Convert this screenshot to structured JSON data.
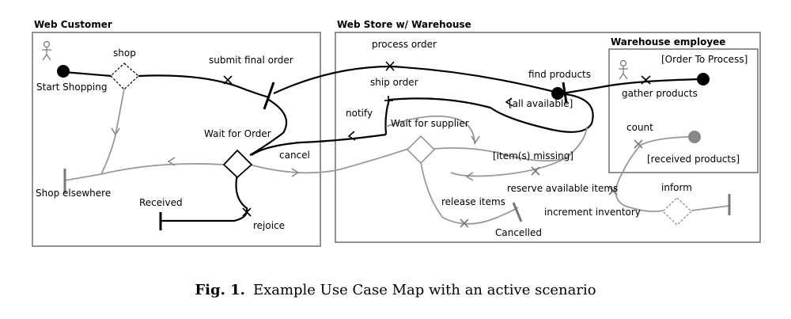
{
  "components": {
    "web_customer": "Web Customer",
    "web_store": "Web Store w/ Warehouse",
    "warehouse_employee": "Warehouse employee"
  },
  "labels": {
    "shop": "shop",
    "start_shopping": "Start Shopping",
    "submit_final_order": "submit final order",
    "wait_for_order": "Wait for Order",
    "cancel": "cancel",
    "shop_elsewhere": "Shop elsewhere",
    "received": "Received",
    "rejoice": "rejoice",
    "process_order": "process order",
    "ship_order": "ship order",
    "notify": "notify",
    "wait_for_supplier": "Wait for supplier",
    "all_available": "[all available]",
    "find_products": "find products",
    "items_missing": "[item(s) missing]",
    "reserve_available_items": "reserve available items",
    "release_items": "release items",
    "cancelled": "Cancelled",
    "order_to_process": "[Order To Process]",
    "gather_products": "gather products",
    "count": "count",
    "received_products": "[received products]",
    "inform": "inform",
    "increment_inventory": "increment inventory"
  },
  "caption": {
    "prefix": "Fig. 1.",
    "text": "Example Use Case Map with an active scenario"
  }
}
